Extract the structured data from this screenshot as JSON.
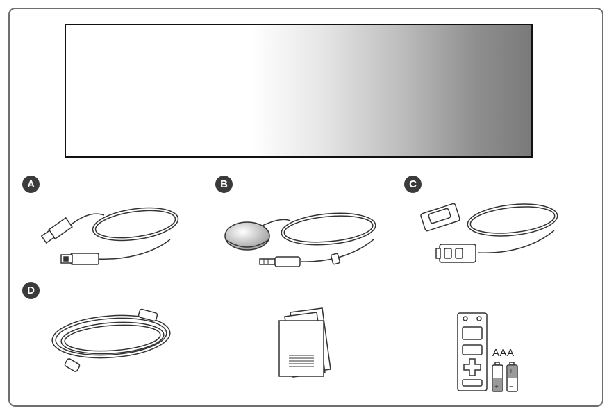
{
  "badges": {
    "a": "A",
    "b": "B",
    "c": "C",
    "d": "D"
  },
  "battery_label": "AAA",
  "colors": {
    "badge": "#3b3b3b",
    "frame": "#6e6e6e",
    "line": "#333333"
  },
  "icons": {
    "monitor": "monitor-panel-icon",
    "a": "usb-cable-icon",
    "b": "puck-audio-cable-icon",
    "c": "serial-cable-icon",
    "d": "power-cord-icon",
    "manual": "manual-booklet-icon",
    "remote": "remote-control-icon",
    "batteries": "aaa-batteries-icon"
  }
}
